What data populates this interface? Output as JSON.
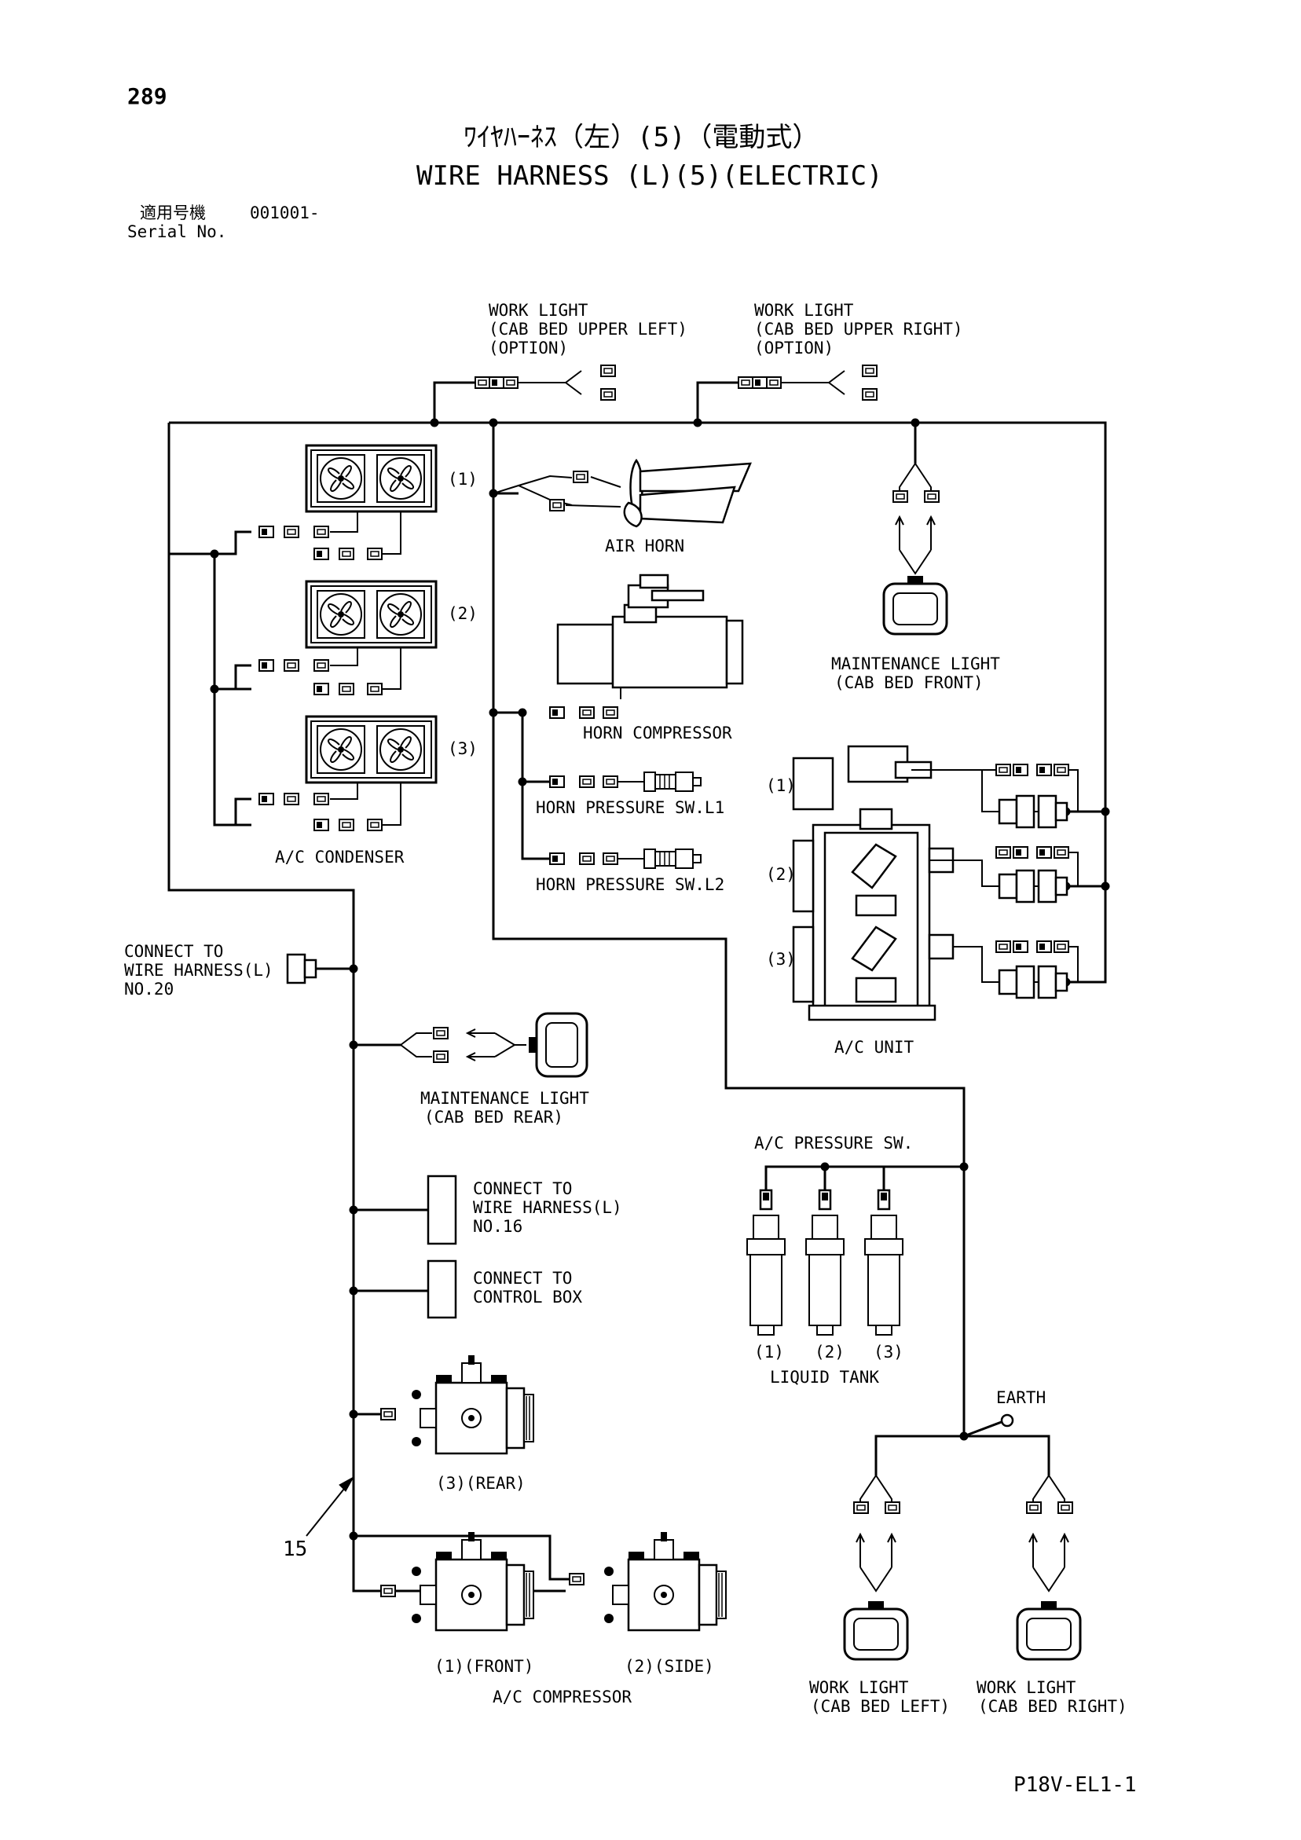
{
  "page_number": "289",
  "title_jp": "ﾜｲﾔﾊｰﾈｽ（左）(5)（電動式）",
  "title_en": "WIRE HARNESS (L)(5)(ELECTRIC)",
  "serial_label_jp": "適用号機",
  "serial_value": "001001-",
  "serial_label_en": "Serial No.",
  "doc_code": "P18V-EL1-1",
  "callout_number": "15",
  "labels": {
    "work_light_upper_left": [
      "WORK LIGHT",
      "(CAB BED UPPER LEFT)",
      "(OPTION)"
    ],
    "work_light_upper_right": [
      "WORK LIGHT",
      "(CAB BED UPPER RIGHT)",
      "(OPTION)"
    ],
    "air_horn": "AIR HORN",
    "maintenance_light_front": [
      "MAINTENANCE LIGHT",
      "(CAB BED FRONT)"
    ],
    "horn_compressor": "HORN COMPRESSOR",
    "horn_pressure_l1": "HORN PRESSURE SW.L1",
    "horn_pressure_l2": "HORN PRESSURE SW.L2",
    "ac_condenser": "A/C CONDENSER",
    "ac_unit": "A/C UNIT",
    "connect_wh_20": [
      "CONNECT TO",
      "WIRE HARNESS(L)",
      "NO.20"
    ],
    "maintenance_light_rear": [
      "MAINTENANCE LIGHT",
      "(CAB BED REAR)"
    ],
    "ac_pressure_sw": "A/C PRESSURE SW.",
    "connect_wh_16": [
      "CONNECT TO",
      "WIRE HARNESS(L)",
      "NO.16"
    ],
    "connect_control_box": [
      "CONNECT TO",
      "CONTROL BOX"
    ],
    "liquid_tank": "LIQUID TANK",
    "earth": "EARTH",
    "compressor_rear": "(3)(REAR)",
    "compressor_front": "(1)(FRONT)",
    "compressor_side": "(2)(SIDE)",
    "ac_compressor": "A/C COMPRESSOR",
    "work_light_left": [
      "WORK LIGHT",
      "(CAB BED LEFT)"
    ],
    "work_light_right": [
      "WORK LIGHT",
      "(CAB BED RIGHT)"
    ],
    "idx1": "(1)",
    "idx2": "(2)",
    "idx3": "(3)"
  }
}
